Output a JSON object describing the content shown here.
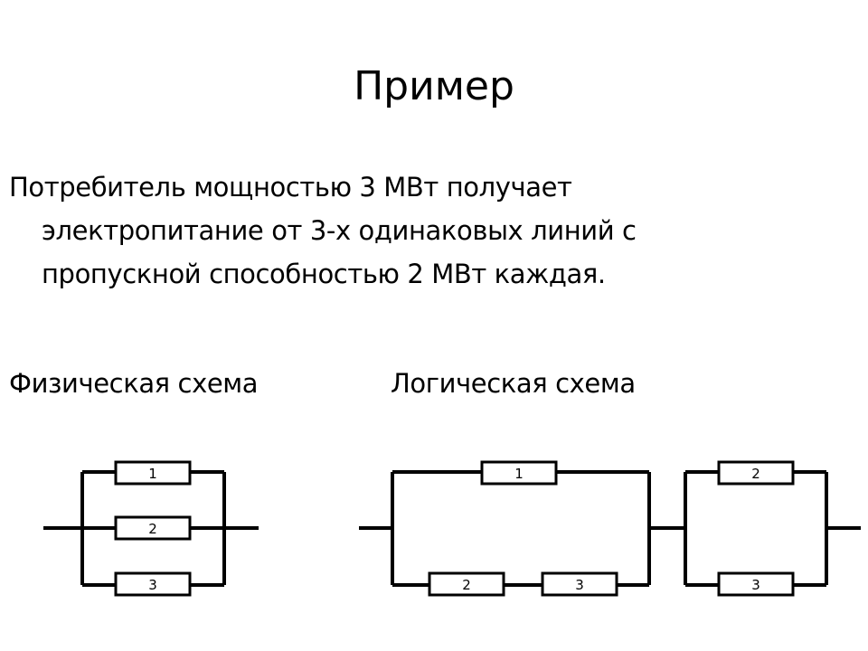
{
  "slide": {
    "title": "Пример",
    "paragraph": {
      "line1": "Потребитель мощностью 3 МВт получает",
      "line2": "электропитание от 3-х одинаковых линий с",
      "line3": "пропускной способностью 2 МВт каждая."
    },
    "physical_label": "Физическая схема",
    "logical_label": "Логическая схема"
  },
  "physical_scheme": {
    "blocks": [
      "1",
      "2",
      "3"
    ]
  },
  "logical_scheme": {
    "group1": {
      "top": [
        "1"
      ],
      "bottom": [
        "2",
        "3"
      ]
    },
    "group2": {
      "top": [
        "2"
      ],
      "bottom": [
        "3"
      ]
    }
  }
}
